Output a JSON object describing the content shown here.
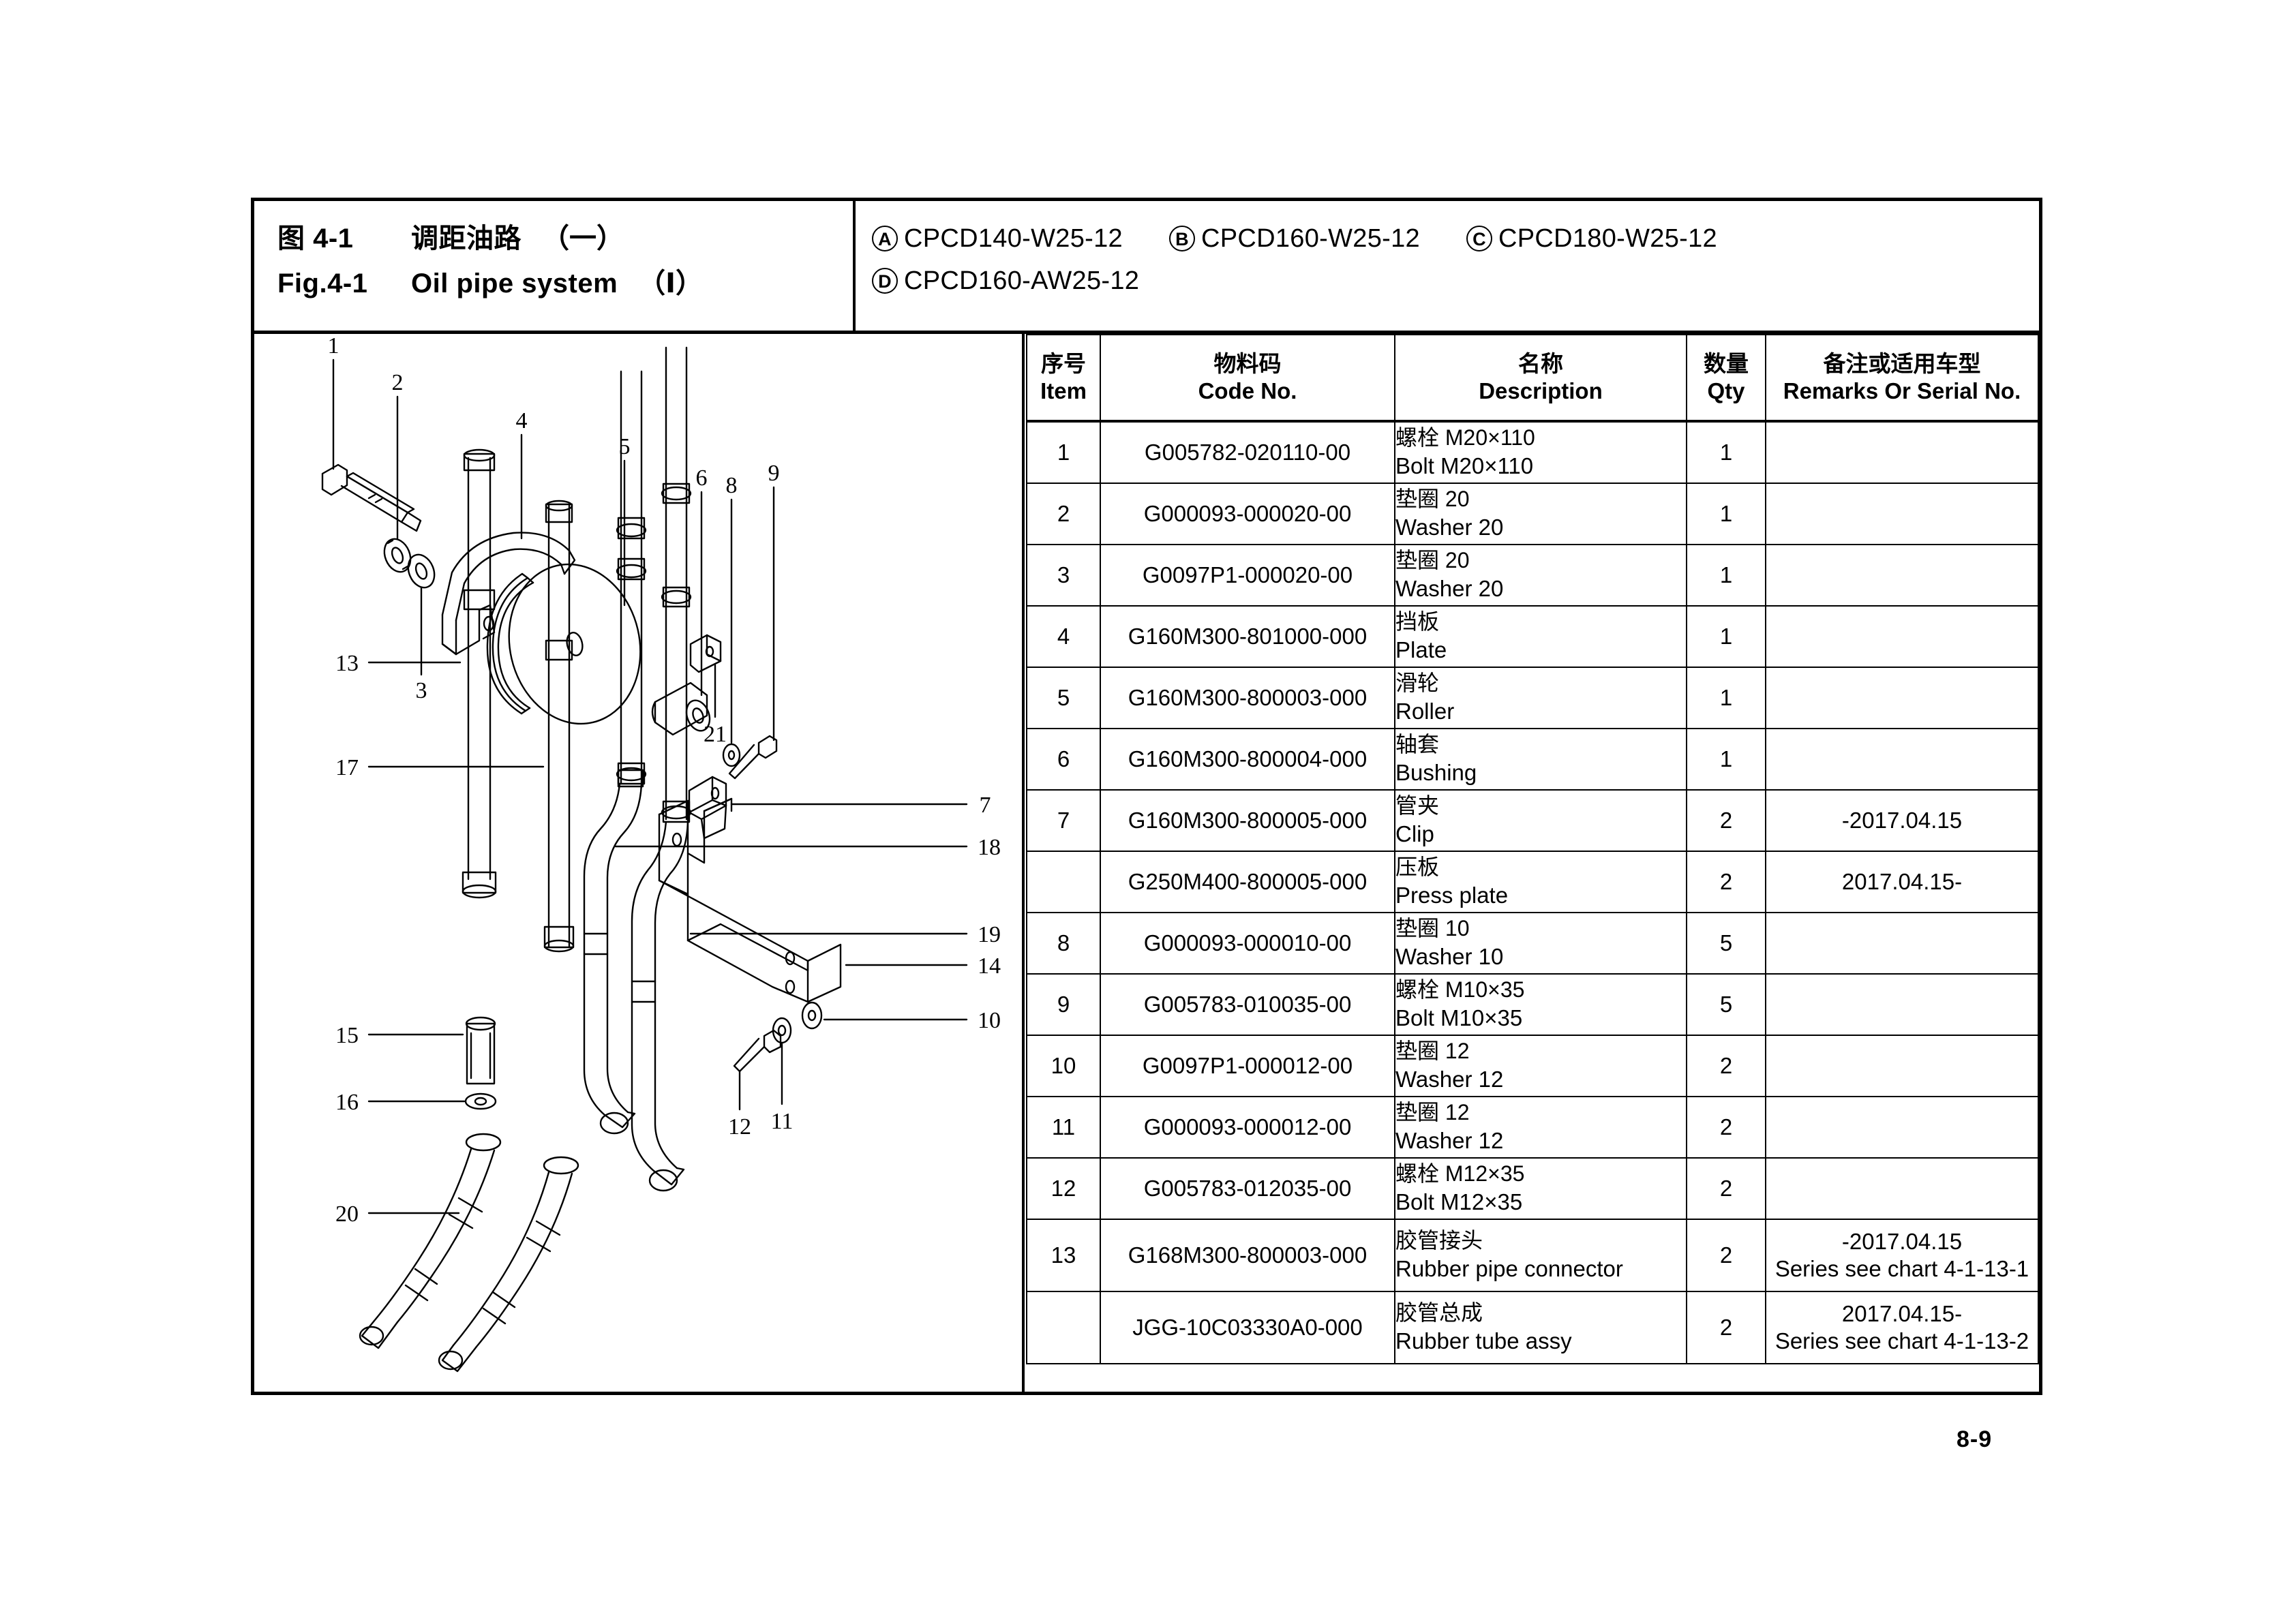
{
  "header": {
    "fig_cn_label": "图 4-1",
    "fig_cn_name": "调距油路",
    "fig_cn_suffix": "（一）",
    "fig_en_label": "Fig.4-1",
    "fig_en_name": "Oil pipe system",
    "fig_en_suffix": "（Ⅰ）",
    "models": [
      {
        "tag": "A",
        "code": "CPCD140-W25-12"
      },
      {
        "tag": "B",
        "code": "CPCD160-W25-12"
      },
      {
        "tag": "C",
        "code": "CPCD180-W25-12"
      },
      {
        "tag": "D",
        "code": "CPCD160-AW25-12"
      }
    ]
  },
  "table": {
    "columns": [
      {
        "cn": "序号",
        "en": "Item"
      },
      {
        "cn": "物料码",
        "en": "Code No."
      },
      {
        "cn": "名称",
        "en": "Description"
      },
      {
        "cn": "数量",
        "en": "Qty"
      },
      {
        "cn": "备注或适用车型",
        "en": "Remarks Or Serial No."
      }
    ],
    "rows": [
      {
        "item": "1",
        "code": "G005782-020110-00",
        "desc_cn": "螺栓 M20×110",
        "desc_en": "Bolt M20×110",
        "qty": "1",
        "rem1": "",
        "rem2": ""
      },
      {
        "item": "2",
        "code": "G000093-000020-00",
        "desc_cn": "垫圈 20",
        "desc_en": "Washer 20",
        "qty": "1",
        "rem1": "",
        "rem2": ""
      },
      {
        "item": "3",
        "code": "G0097P1-000020-00",
        "desc_cn": "垫圈 20",
        "desc_en": "Washer 20",
        "qty": "1",
        "rem1": "",
        "rem2": ""
      },
      {
        "item": "4",
        "code": "G160M300-801000-000",
        "desc_cn": "挡板",
        "desc_en": "Plate",
        "qty": "1",
        "rem1": "",
        "rem2": ""
      },
      {
        "item": "5",
        "code": "G160M300-800003-000",
        "desc_cn": "滑轮",
        "desc_en": "Roller",
        "qty": "1",
        "rem1": "",
        "rem2": ""
      },
      {
        "item": "6",
        "code": "G160M300-800004-000",
        "desc_cn": "轴套",
        "desc_en": "Bushing",
        "qty": "1",
        "rem1": "",
        "rem2": ""
      },
      {
        "item": "7",
        "code": "G160M300-800005-000",
        "desc_cn": "管夹",
        "desc_en": "Clip",
        "qty": "2",
        "rem1": "-2017.04.15",
        "rem2": ""
      },
      {
        "item": "",
        "code": "G250M400-800005-000",
        "desc_cn": "压板",
        "desc_en": "Press plate",
        "qty": "2",
        "rem1": "2017.04.15-",
        "rem2": ""
      },
      {
        "item": "8",
        "code": "G000093-000010-00",
        "desc_cn": "垫圈 10",
        "desc_en": "Washer 10",
        "qty": "5",
        "rem1": "",
        "rem2": ""
      },
      {
        "item": "9",
        "code": "G005783-010035-00",
        "desc_cn": "螺栓 M10×35",
        "desc_en": "Bolt M10×35",
        "qty": "5",
        "rem1": "",
        "rem2": ""
      },
      {
        "item": "10",
        "code": "G0097P1-000012-00",
        "desc_cn": "垫圈 12",
        "desc_en": "Washer 12",
        "qty": "2",
        "rem1": "",
        "rem2": ""
      },
      {
        "item": "11",
        "code": "G000093-000012-00",
        "desc_cn": "垫圈 12",
        "desc_en": "Washer 12",
        "qty": "2",
        "rem1": "",
        "rem2": ""
      },
      {
        "item": "12",
        "code": "G005783-012035-00",
        "desc_cn": "螺栓 M12×35",
        "desc_en": "Bolt M12×35",
        "qty": "2",
        "rem1": "",
        "rem2": ""
      },
      {
        "item": "13",
        "code": "G168M300-800003-000",
        "desc_cn": "胶管接头",
        "desc_en": "Rubber pipe connector",
        "qty": "2",
        "rem1": "-2017.04.15",
        "rem2": "Series see chart 4-1-13-1"
      },
      {
        "item": "",
        "code": "JGG-10C03330A0-000",
        "desc_cn": "胶管总成",
        "desc_en": "Rubber tube assy",
        "qty": "2",
        "rem1": "2017.04.15-",
        "rem2": "Series see chart 4-1-13-2"
      }
    ]
  },
  "drawing": {
    "callouts": [
      "1",
      "2",
      "3",
      "4",
      "5",
      "6",
      "7",
      "8",
      "9",
      "10",
      "11",
      "12",
      "13",
      "14",
      "15",
      "16",
      "17",
      "18",
      "19",
      "20",
      "21"
    ]
  },
  "page_number": "8-9"
}
